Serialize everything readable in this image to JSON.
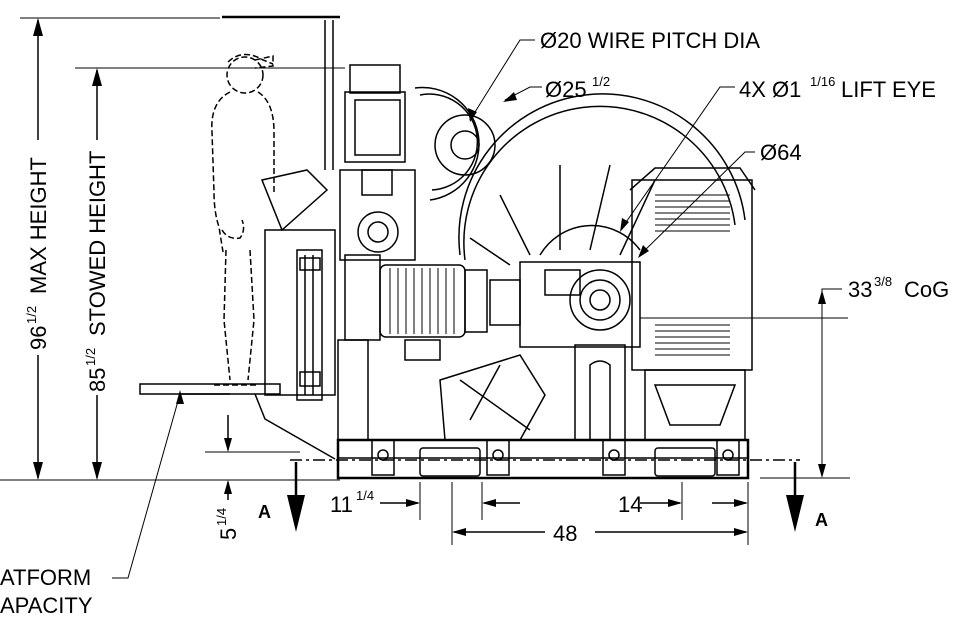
{
  "callouts": {
    "wire_pitch": "Ø20 WIRE PITCH DIA",
    "flange_dia_main": "Ø25",
    "flange_dia_frac": "1/2",
    "lift_eye_prefix": "4X Ø1",
    "lift_eye_frac": "1/16",
    "lift_eye_suffix": "LIFT EYE",
    "drum_dia": "Ø64",
    "cog_main": "33",
    "cog_frac": "3/8",
    "cog_suffix": "CoG"
  },
  "dimensions": {
    "max_height_main": "96",
    "max_height_frac": "1/2",
    "max_height_label": "MAX HEIGHT",
    "stowed_height_main": "85",
    "stowed_height_frac": "1/2",
    "stowed_height_label": "STOWED HEIGHT",
    "platform_offset_main": "5",
    "platform_offset_frac": "1/4",
    "left_eye_main": "11",
    "left_eye_frac": "1/4",
    "right_eye": "14",
    "eye_span": "48"
  },
  "section": {
    "left_marker": "A",
    "right_marker": "A"
  },
  "platform_note": {
    "line1": "ATFORM",
    "line2": "APACITY"
  },
  "colors": {
    "ink": "#000000",
    "background": "#ffffff"
  }
}
